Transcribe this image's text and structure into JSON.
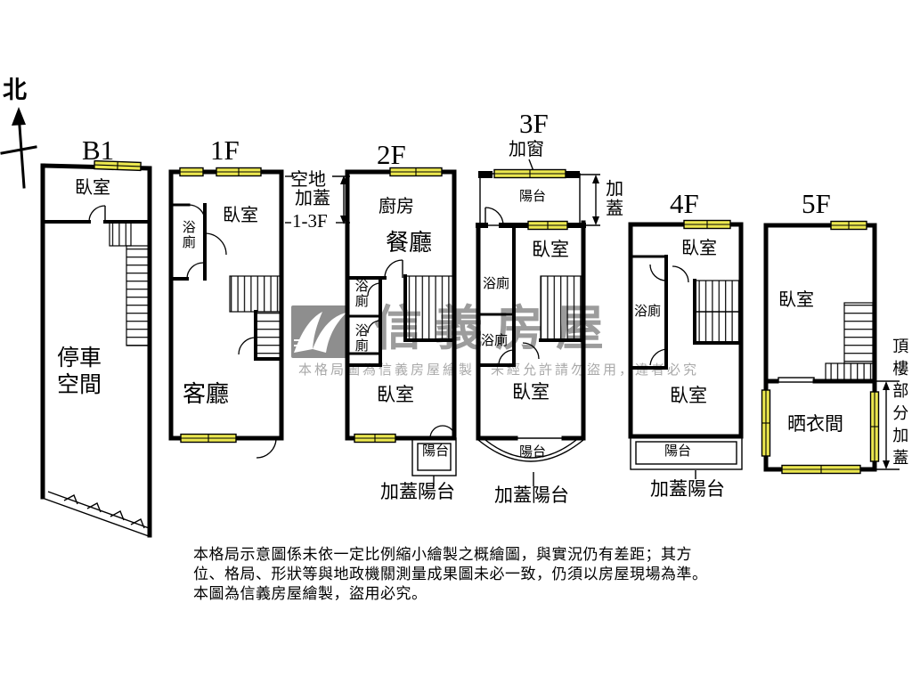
{
  "compass": {
    "north": "北"
  },
  "floors": {
    "b1": {
      "label": "B1",
      "bedroom": "臥室",
      "parking": "停車\n空間"
    },
    "f1": {
      "label": "1F",
      "bath": "浴廁",
      "bedroom": "臥室",
      "living": "客廳"
    },
    "f2": {
      "label": "2F",
      "kitchen": "廚房",
      "dining": "餐廳",
      "bath_upper": "浴廁",
      "bath_lower": "浴廁",
      "bedroom": "臥室",
      "balcony": "陽台",
      "covered_balcony": "加蓋陽台"
    },
    "f3": {
      "label": "3F",
      "added_window": "加窗",
      "balcony_upper": "陽台",
      "covered": "加蓋",
      "bedroom_upper": "臥室",
      "bath_upper": "浴廁",
      "bath_lower": "浴廁",
      "bedroom": "臥室",
      "balcony": "陽台",
      "covered_balcony": "加蓋陽台"
    },
    "f4": {
      "label": "4F",
      "bedroom_upper": "臥室",
      "bath": "浴廁",
      "bedroom": "臥室",
      "balcony": "陽台",
      "covered_balcony": "加蓋陽台"
    },
    "f5": {
      "label": "5F",
      "bedroom": "臥室",
      "laundry": "晒衣間",
      "rooftop_note": "頂樓部分加蓋"
    }
  },
  "annotations": {
    "vacant_l1": "空地",
    "vacant_l2": "加蓋",
    "vacant_l3": "1-3F"
  },
  "watermark": {
    "brand": "信義房屋",
    "notice": "本格局圖為信義房屋繪製，未經允許請勿盜用，違者必究"
  },
  "disclaimer": "本格局示意圖係未依一定比例縮小繪製之概繪圖，與實況仍有差距；其方\n位、格局、形狀等與地政機關測量成果圖未必一致，仍須以房屋現場為準。\n本圖為信義房屋繪製，盜用必究。",
  "colors": {
    "wall": "#000000",
    "window_fill": "#ebe74f",
    "watermark": "#9c9c9c"
  }
}
